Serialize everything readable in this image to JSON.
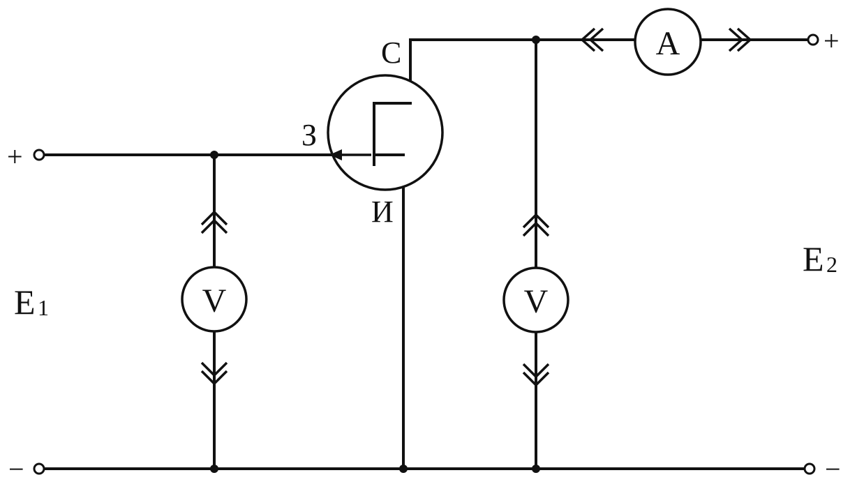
{
  "labels": {
    "drain": "С",
    "gate": "З",
    "source": "И",
    "e1_letter": "E",
    "e1_sub": "1",
    "e2_letter": "E",
    "e2_sub": "2",
    "plus_left": "+",
    "minus_left": "−",
    "plus_right": "+",
    "minus_right": "−"
  },
  "meters": {
    "ammeter": "A",
    "voltmeter_gate": "V",
    "voltmeter_drain": "V"
  }
}
